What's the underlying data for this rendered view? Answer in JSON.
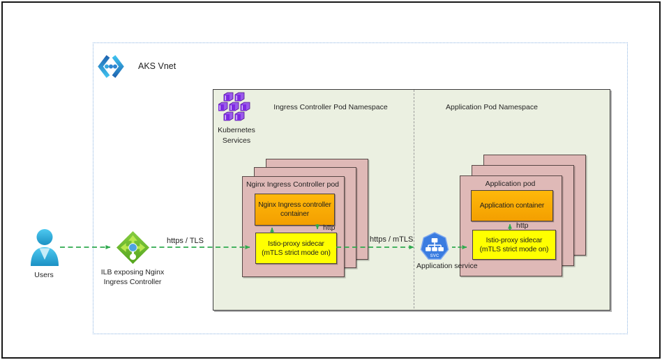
{
  "vnet": {
    "label": "AKS Vnet"
  },
  "cluster": {
    "ingress_namespace_label": "Ingress Controller Pod Namespace",
    "application_namespace_label": "Application Pod Namespace",
    "kubernetes_services_line1": "Kubernetes",
    "kubernetes_services_line2": "Services"
  },
  "actors": {
    "users_label": "Users",
    "ilb_label_line1": "ILB exposing Nginx",
    "ilb_label_line2": "Ingress Controller",
    "app_service_label": "Application service",
    "app_service_icon_text": "SVC"
  },
  "ingress_pod": {
    "title": "Nginx Ingress Controller pod",
    "container_line1": "Nginx Ingress controller",
    "container_line2": "container",
    "sidecar_line1": "Istio-proxy sidecar",
    "sidecar_line2": "(mTLS strict mode on)",
    "http_label": "http"
  },
  "application_pod": {
    "title": "Application pod",
    "container_label": "Application container",
    "sidecar_line1": "Istio-proxy sidecar",
    "sidecar_line2": "(mTLS strict mode on)",
    "http_label": "http"
  },
  "flow_labels": {
    "users_to_pod": "https / TLS",
    "pod_to_service": "https / mTLS"
  },
  "colors": {
    "namespace_fill": "#ebf0e1",
    "pod_fill": "#dfb9b7",
    "container_fill": "#f8a700",
    "sidecar_fill": "#ffff00",
    "arrow_green": "#2faa4e",
    "vnet_border_blue": "#8db4e2",
    "kubernetes_purple": "#7d2ae2",
    "ilb_green": "#6cbb2f",
    "service_blue": "#3a7ce0",
    "user_blue": "#2aa9dd"
  }
}
